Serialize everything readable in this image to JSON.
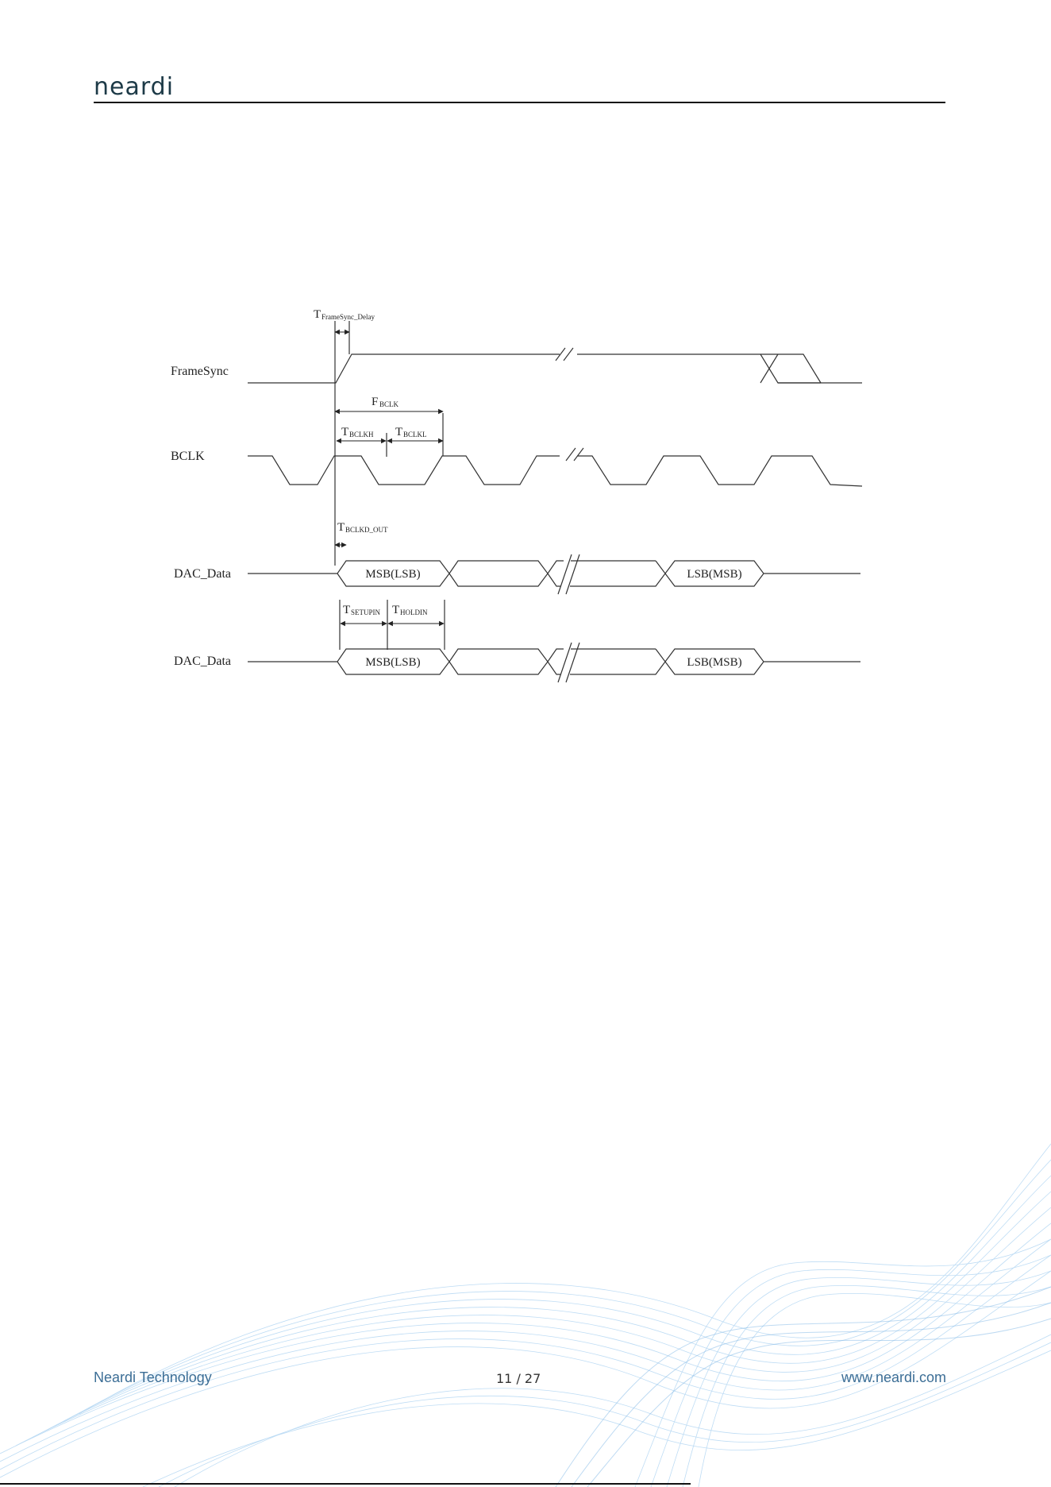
{
  "header": {
    "logo_text": "neardi"
  },
  "diagram": {
    "signals": [
      "FrameSync",
      "BCLK",
      "DAC_Data",
      "DAC_Data"
    ],
    "timing_labels": {
      "framesync_delay": {
        "main": "T",
        "sub": "FrameSync_Delay"
      },
      "f_bclk": {
        "main": "F",
        "sub": "BCLK"
      },
      "t_bclkh": {
        "main": "T",
        "sub": "BCLKH"
      },
      "t_bclkl": {
        "main": "T",
        "sub": "BCLKL"
      },
      "t_bclkd_out": {
        "main": "T",
        "sub": "BCLKD_OUT"
      },
      "t_setupin": {
        "main": "T",
        "sub": "SETUPIN"
      },
      "t_holdin": {
        "main": "T",
        "sub": "HOLDIN"
      }
    },
    "data_labels": {
      "row1_first": "MSB(LSB)",
      "row1_last": "LSB(MSB)",
      "row2_first": "MSB(LSB)",
      "row2_last": "LSB(MSB)"
    }
  },
  "footer": {
    "company": "Neardi Technology",
    "page": "11 / 27",
    "website": "www.neardi.com"
  },
  "colors": {
    "brand": "#1d3a47",
    "footer_link": "#3c6e96",
    "wave": "#9cc8ec"
  }
}
